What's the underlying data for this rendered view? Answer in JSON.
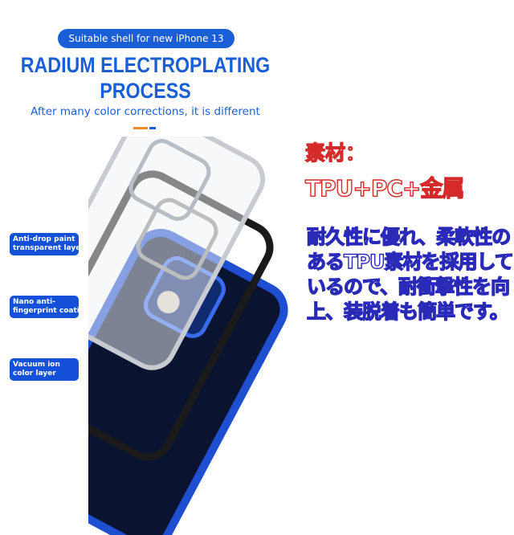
{
  "banner": {
    "pill_text": "Suitable shell for new iPhone 13",
    "title_line1": "RADIUM ELECTROPLATING",
    "title_line2": "PROCESS",
    "subtitle": "After many color corrections, it is different"
  },
  "layers": [
    {
      "line1": "Anti-drop paint",
      "line2": "transparent layer"
    },
    {
      "line1": "Nano anti-",
      "line2": "fingerprint coatin"
    },
    {
      "line1": "Vacuum ion",
      "line2": "color layer"
    }
  ],
  "material": {
    "heading": "素材：",
    "value": "TPU+PC+金属",
    "description": "耐久性に優れ、柔軟性のあるTPU素材を採用しているので、耐衝撃性を向上、装脱着も簡単です。"
  },
  "colors": {
    "brand_blue": "#1b5fd6",
    "red_outline": "#d42a2a",
    "blue_outline": "#2a2ab8",
    "accent_orange": "#f08a24"
  }
}
